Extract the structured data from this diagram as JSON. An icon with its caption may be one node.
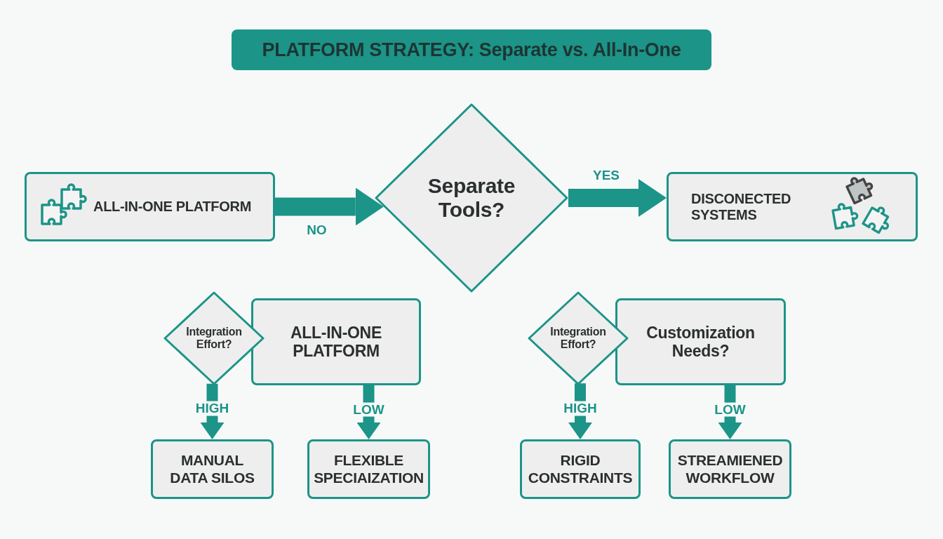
{
  "diagram": {
    "title": "PLATFORM STRATEGY: Separate vs. All-In-One",
    "nodes": [
      {
        "text": [
          "ALL-IN-ONE PLATFORM"
        ]
      },
      {
        "text": [
          "Separate Tools?"
        ]
      },
      {
        "text": [
          "DISCONECTED SYSTEMS"
        ]
      },
      {
        "text": [
          "Integration Effort?"
        ]
      },
      {
        "text": [
          "ALL-IN-ONE PLATFORM"
        ]
      },
      {
        "text": [
          "MANUAL DATA SILOS"
        ]
      },
      {
        "text": [
          "FLEXIBLE SPECIAIZATION"
        ]
      },
      {
        "text": [
          "Integration Effort?"
        ]
      },
      {
        "text": [
          "Customization Needs?"
        ]
      },
      {
        "text": [
          "RIGID CONSTRAINTS"
        ]
      },
      {
        "text": [
          "STREAMIENED WORKFLOW"
        ]
      }
    ],
    "edges": [
      {
        "from": 0,
        "to": 1,
        "arrow": "to",
        "label": "NO"
      },
      {
        "from": 1,
        "to": 2,
        "arrow": "to",
        "label": "YES"
      },
      {
        "from": 3,
        "to": 5,
        "arrow": "to",
        "label": "HIGH"
      },
      {
        "from": 4,
        "to": 6,
        "arrow": "to",
        "label": "LOW"
      },
      {
        "from": 7,
        "to": 9,
        "arrow": "to",
        "label": "HIGH"
      },
      {
        "from": 8,
        "to": 10,
        "arrow": "to",
        "label": "LOW"
      }
    ]
  }
}
